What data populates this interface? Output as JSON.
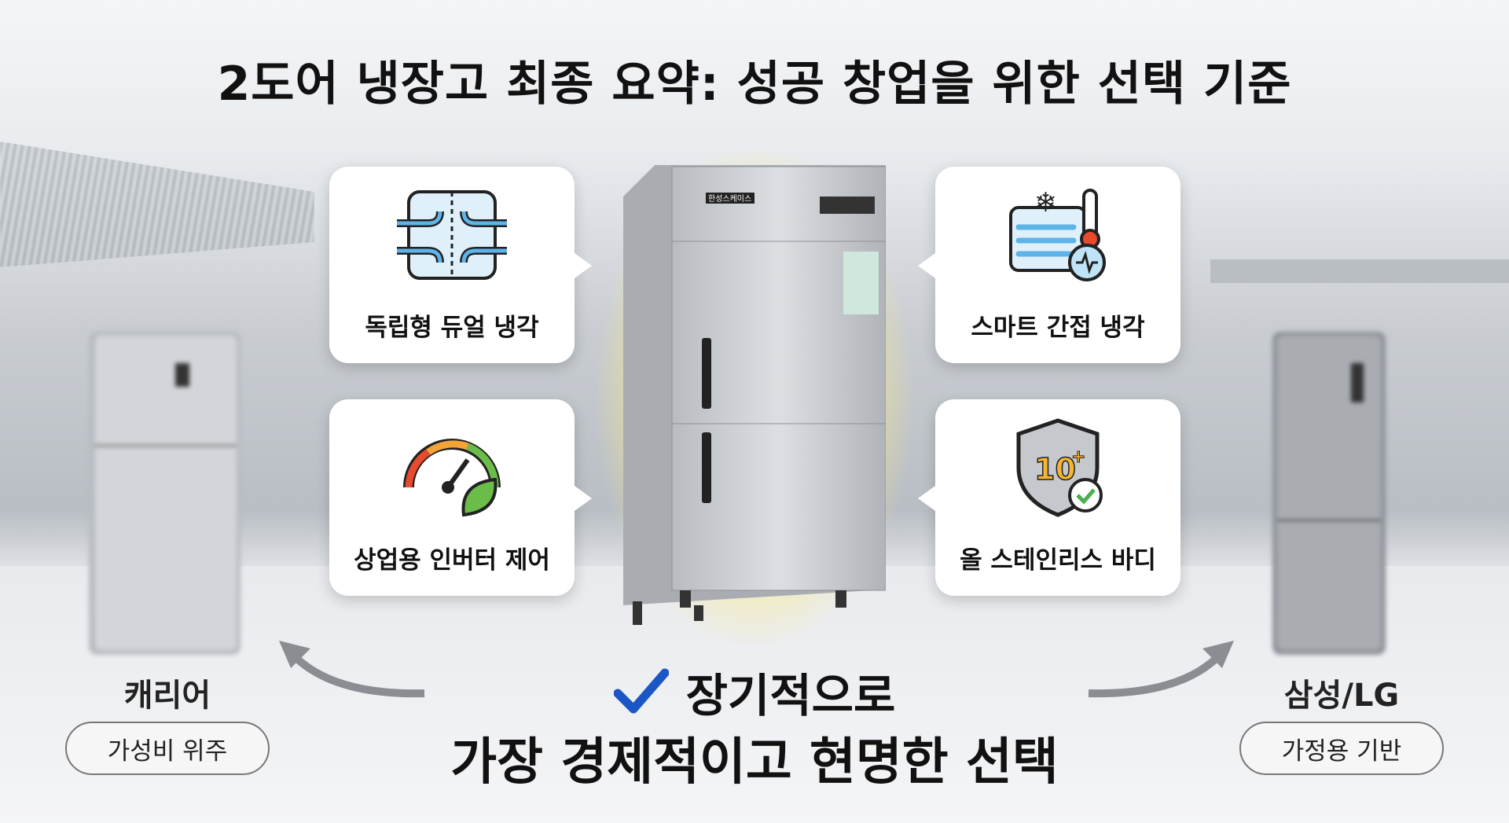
{
  "title": "2도어 냉장고 최종 요약: 성공 창업을 위한 선택 기준",
  "center_product": {
    "brand_plate": "한성스케이스"
  },
  "features": [
    {
      "label": "독립형 듀얼 냉각",
      "icon": "dual-cooling-arrows-icon"
    },
    {
      "label": "상업용 인버터 제어",
      "icon": "gauge-leaf-icon"
    },
    {
      "label": "스마트 간접 냉각",
      "icon": "snowflake-thermometer-icon"
    },
    {
      "label": "올 스테인리스 바디",
      "icon": "shield-10plus-icon"
    }
  ],
  "left_brand": {
    "name": "캐리어",
    "tag": "가성비 위주"
  },
  "right_brand": {
    "name": "삼성/LG",
    "tag": "가정용 기반"
  },
  "conclusion": {
    "line1": "장기적으로",
    "line2": "가장 경제적이고 현명한 선택",
    "check_color": "#1a56c4"
  },
  "colors": {
    "accent": "#1a56c4",
    "glow": "#ffe878"
  }
}
